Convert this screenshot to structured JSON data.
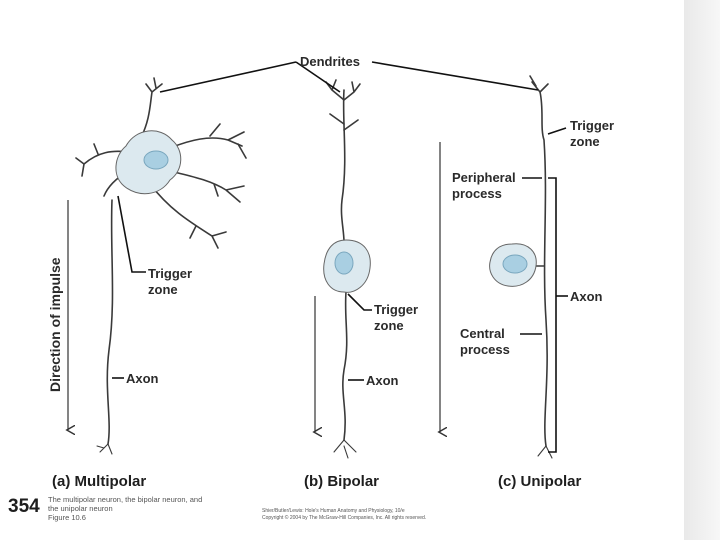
{
  "labels": {
    "dendrites": "Dendrites",
    "trigger_zone_line1": "Trigger",
    "trigger_zone_line2": "zone",
    "axon": "Axon",
    "peripheral_line1": "Peripheral",
    "peripheral_line2": "process",
    "central_line1": "Central",
    "central_line2": "process",
    "direction": "Direction of impulse"
  },
  "captions": {
    "multipolar": "(a) Multipolar",
    "bipolar": "(b) Bipolar",
    "unipolar": "(c) Unipolar"
  },
  "footer": {
    "page_number": "354",
    "caption_line1": "The multipolar neuron, the bipolar neuron, and",
    "caption_line2": "the unipolar neuron",
    "figure_ref": "Figure 10.6",
    "credit_line1": "Shier/Butler/Lewis: Hole's Human Anatomy and Physiology, 10/e",
    "credit_line2": "Copyright © 2004 by The McGraw-Hill Companies, Inc. All rights reserved."
  }
}
